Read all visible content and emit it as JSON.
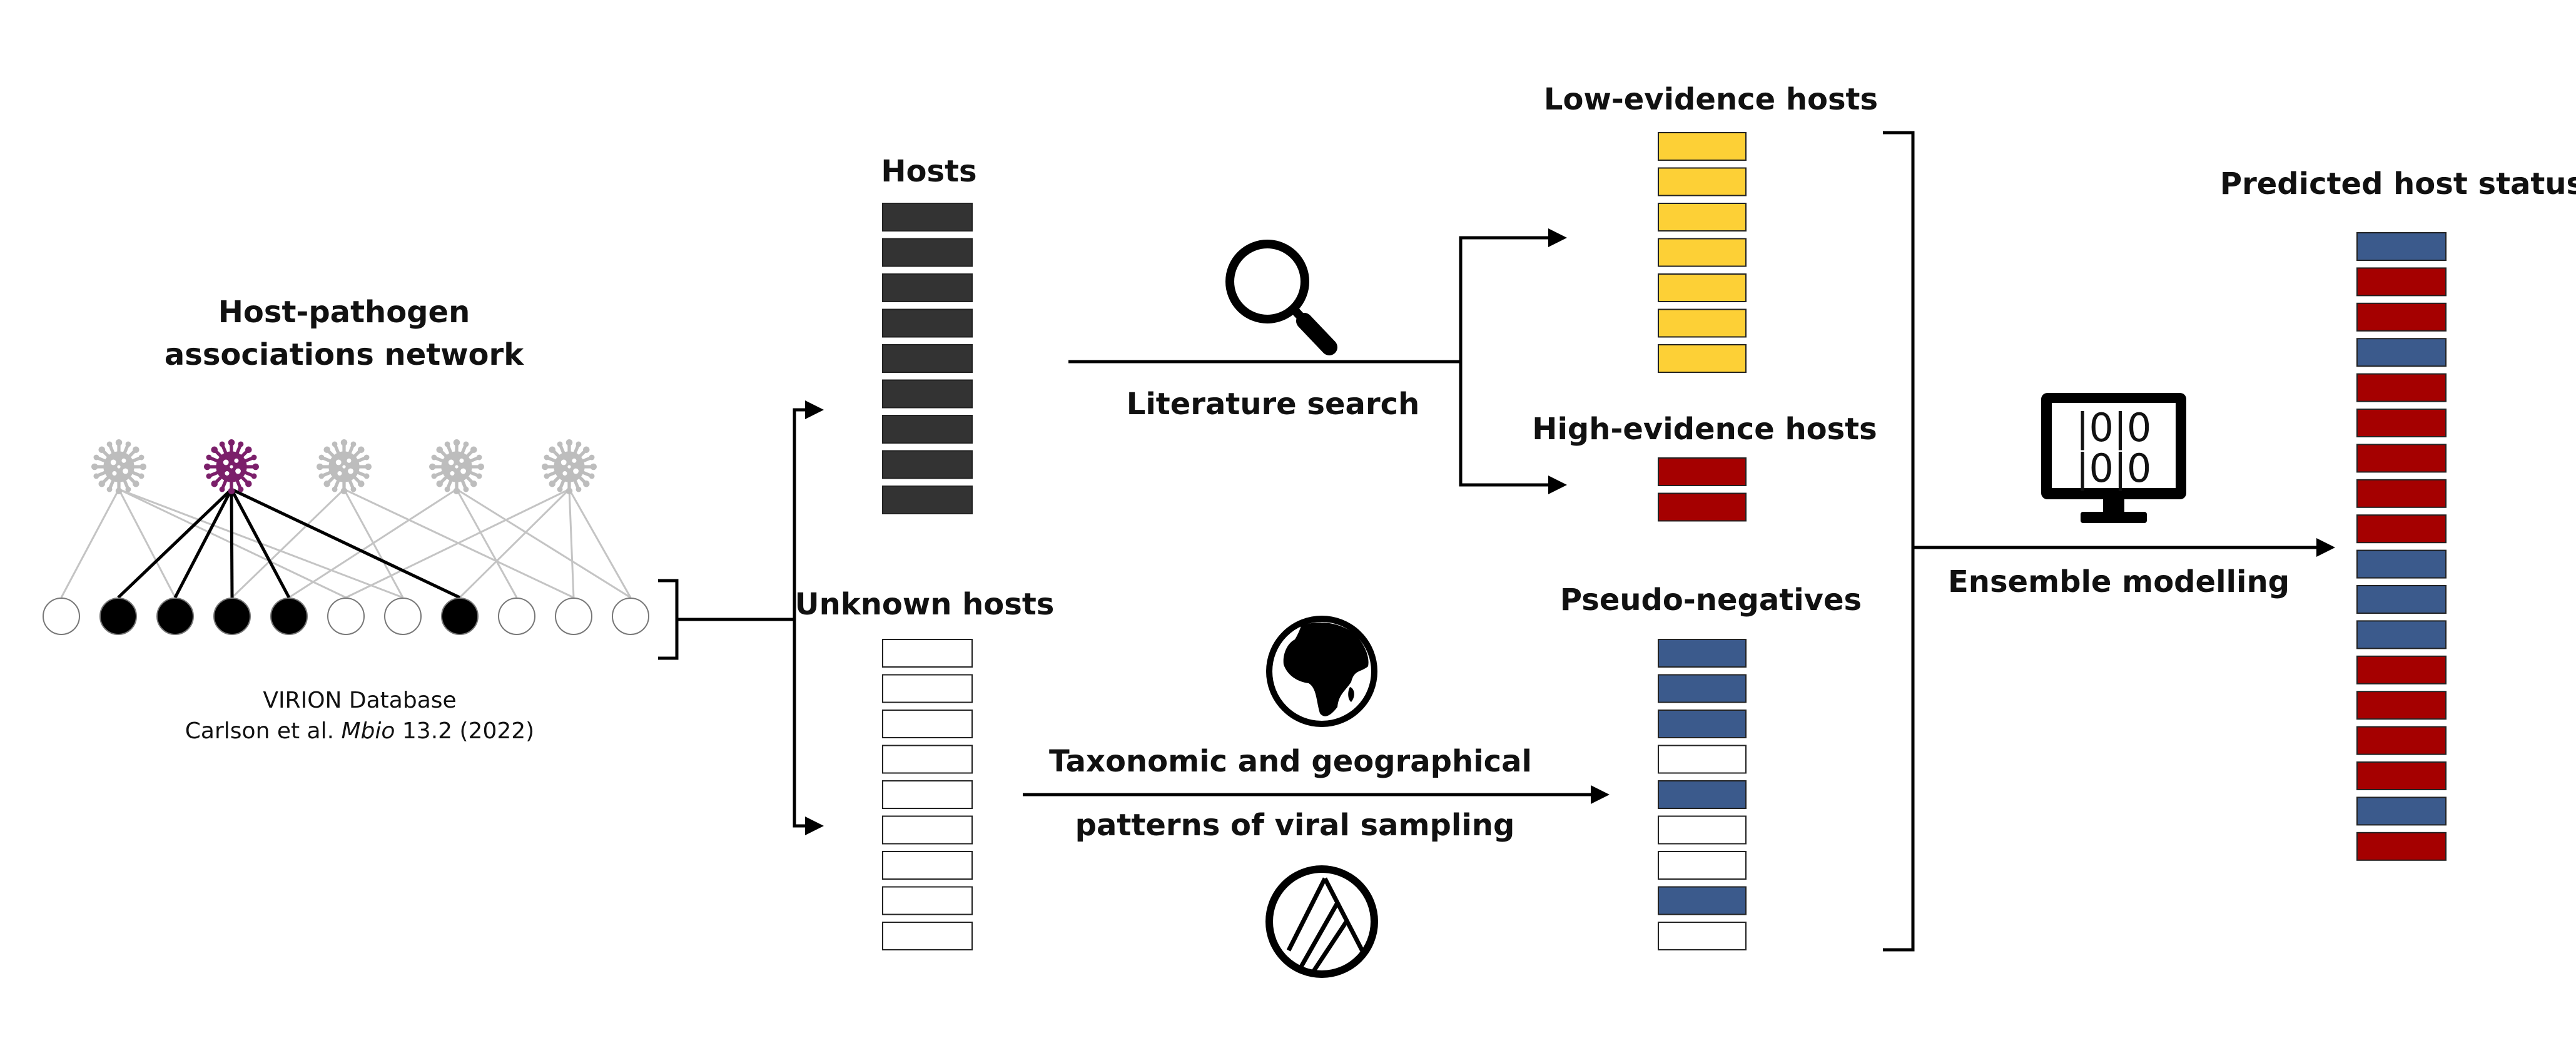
{
  "network": {
    "title_line1": "Host-pathogen",
    "title_line2": "associations network",
    "source_line1": "VIRION Database",
    "source_prefix": "Carlson et al. ",
    "source_journal": "Mbio",
    "source_suffix": " 13.2 (2022)",
    "virus_count": 5,
    "highlighted_virus_index": 1,
    "host_node_fills": [
      "white",
      "black",
      "black",
      "black",
      "black",
      "white",
      "white",
      "black",
      "white",
      "white",
      "white"
    ]
  },
  "hosts": {
    "label": "Hosts",
    "count": 9
  },
  "unknown_hosts": {
    "label": "Unknown hosts",
    "count": 9
  },
  "literature_search": {
    "label": "Literature search"
  },
  "sampling": {
    "label_line1": "Taxonomic and geographical",
    "label_line2": "patterns of viral sampling"
  },
  "low_evidence": {
    "label": "Low-evidence hosts",
    "count": 7
  },
  "high_evidence": {
    "label": "High-evidence hosts",
    "count": 2
  },
  "pseudo_negatives": {
    "label": "Pseudo-negatives",
    "pattern": [
      "blue",
      "blue",
      "blue",
      "white",
      "blue",
      "white",
      "white",
      "blue",
      "white"
    ]
  },
  "ensemble": {
    "label": "Ensemble modelling",
    "screen_text": [
      "|0|0",
      "|0|0"
    ]
  },
  "predicted": {
    "label": "Predicted host status",
    "pattern": [
      "blue",
      "red",
      "red",
      "blue",
      "red",
      "red",
      "red",
      "red",
      "red",
      "blue",
      "blue",
      "blue",
      "red",
      "red",
      "red",
      "red",
      "blue",
      "red"
    ]
  },
  "colors": {
    "dark_box": "#333333",
    "yellow": "#FDD036",
    "red": "#A50000",
    "blue": "#3B5A8C",
    "virus_highlight": "#7B1F6A",
    "virus_grey": "#BDBDBD"
  },
  "icons": [
    "virus-icon",
    "magnifier-icon",
    "globe-icon",
    "phylogeny-icon",
    "computer-monitor-icon"
  ]
}
